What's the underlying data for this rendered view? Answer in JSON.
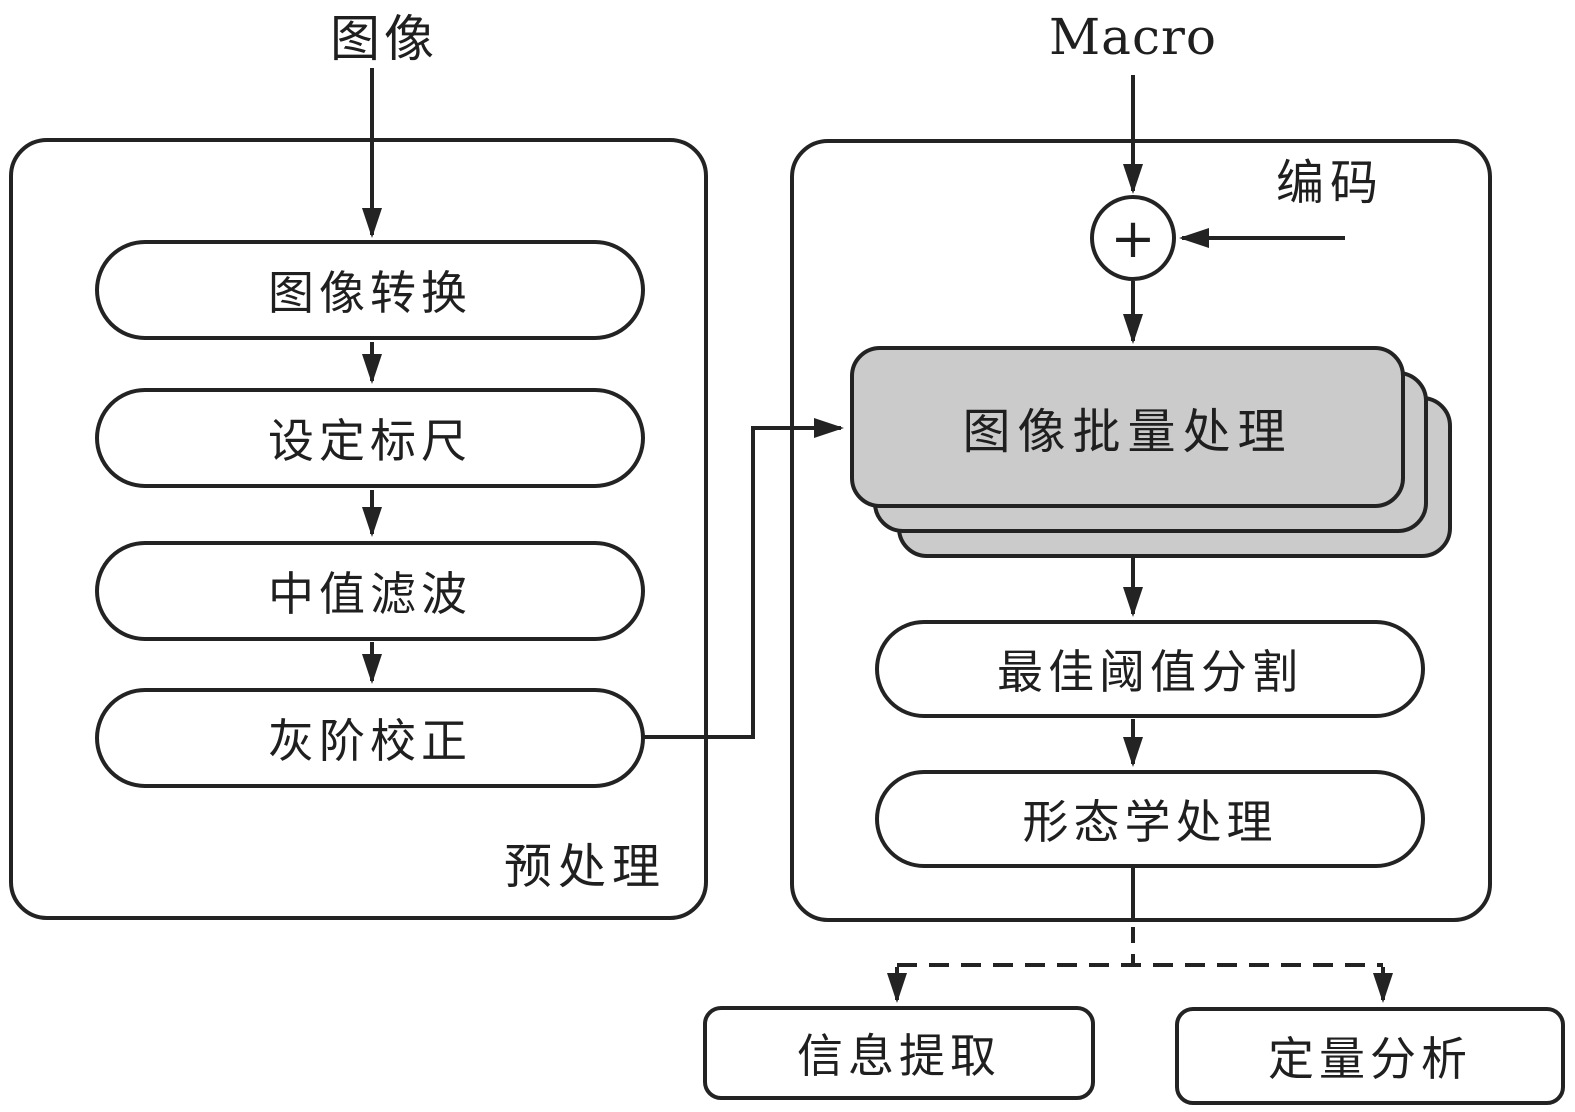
{
  "colors": {
    "stroke": "#232323",
    "box_fill": "#ffffff",
    "stack_fill": "#cbcbcb",
    "background": "#ffffff"
  },
  "sources": {
    "image": "图像",
    "macro": "Macro"
  },
  "preprocess": {
    "group_label": "预处理",
    "steps": [
      {
        "label": "图像转换"
      },
      {
        "label": "设定标尺"
      },
      {
        "label": "中值滤波"
      },
      {
        "label": "灰阶校正"
      }
    ]
  },
  "encoding": {
    "group_label": "编码",
    "sum_symbol": "+",
    "batch_box_label": "图像批量处理",
    "steps": [
      {
        "label": "最佳阈值分割"
      },
      {
        "label": "形态学处理"
      }
    ]
  },
  "outputs": [
    {
      "label": "信息提取"
    },
    {
      "label": "定量分析"
    }
  ]
}
